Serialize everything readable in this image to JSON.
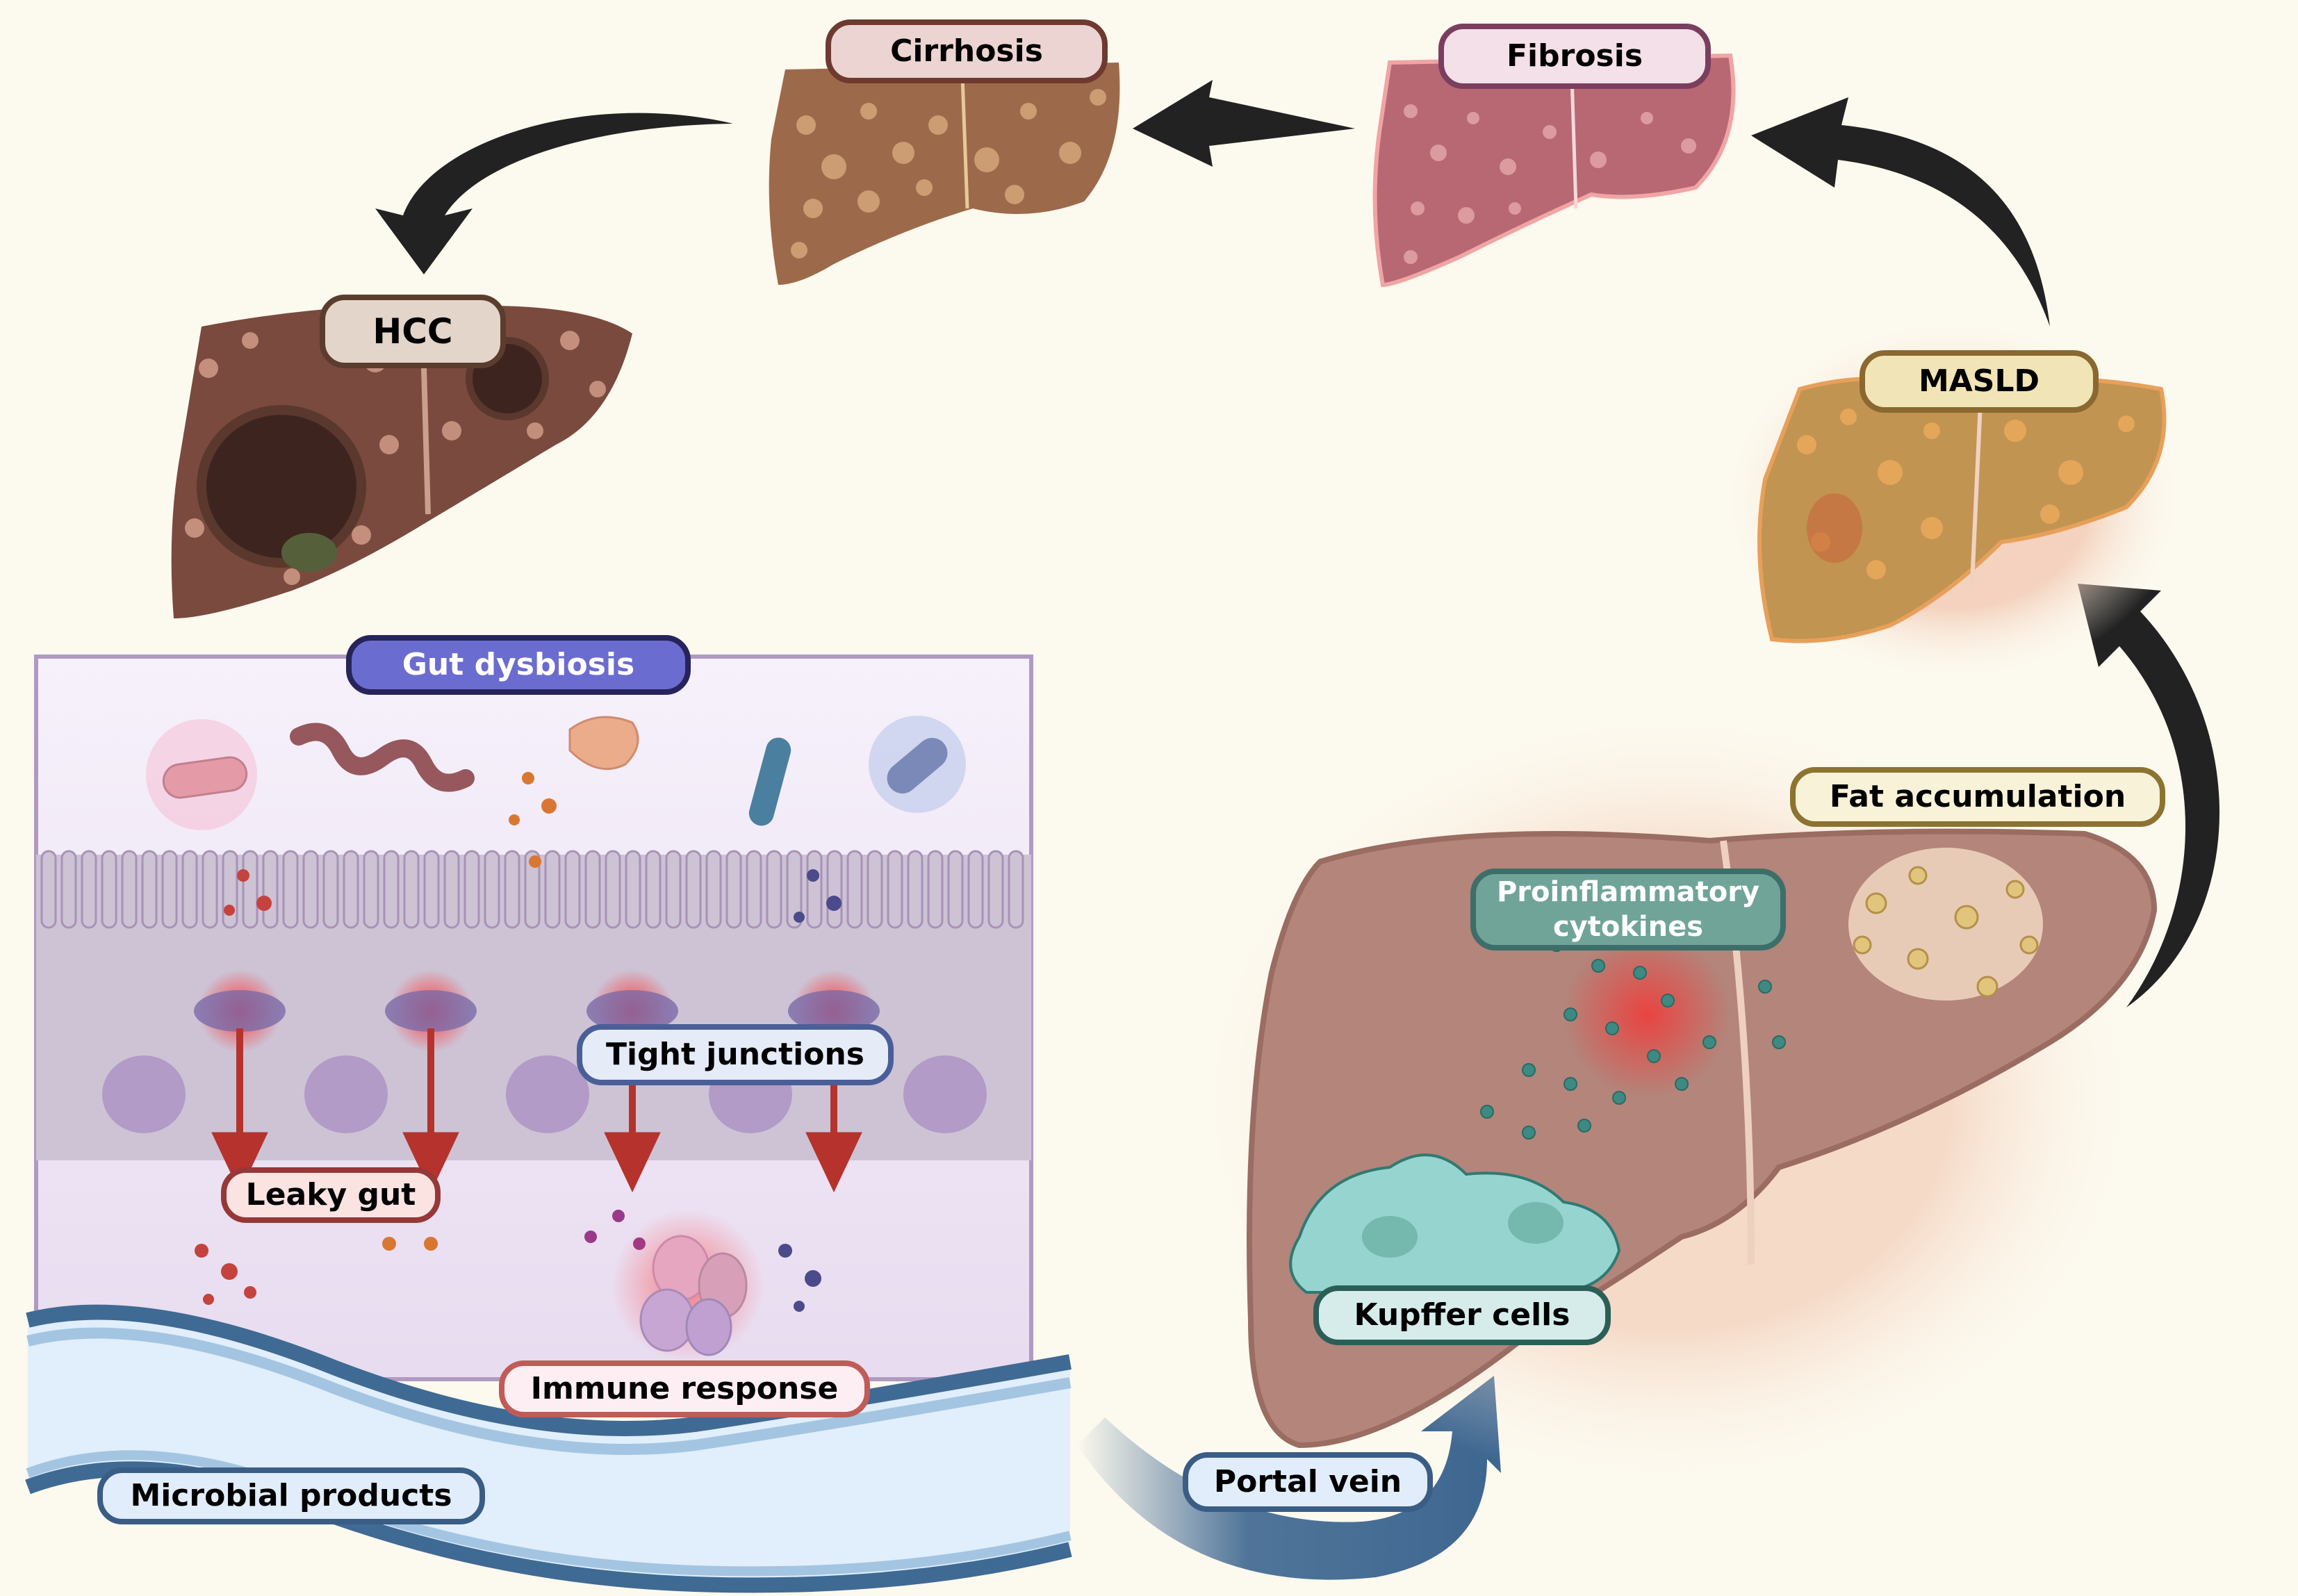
{
  "title": "Gut-liver axis in MASLD progression to HCC",
  "stages": [
    {
      "id": "masld",
      "label": "MASLD"
    },
    {
      "id": "fibrosis",
      "label": "Fibrosis"
    },
    {
      "id": "cirrhosis",
      "label": "Cirrhosis"
    },
    {
      "id": "hcc",
      "label": "HCC"
    }
  ],
  "progression_order": [
    "Fat accumulation",
    "MASLD",
    "Fibrosis",
    "Cirrhosis",
    "HCC"
  ],
  "gut": {
    "panel_label": "Gut dysbiosis",
    "tight_junctions": "Tight junctions",
    "leaky_gut": "Leaky gut",
    "immune_response": "Immune response",
    "microbial_products": "Microbial products"
  },
  "liver": {
    "fat_accumulation": "Fat accumulation",
    "cytokines": "Proinflammatory cytokines",
    "kupffer": "Kupffer cells"
  },
  "portal_vein": "Portal vein",
  "colors": {
    "background": "#fcf9ee",
    "arrow": "#222222",
    "leak_arrow": "#b5332c",
    "vessel": "#3d6690",
    "cytokine": "#3d8a82",
    "kupffer": "#96d5cf",
    "liver": "#b3857b"
  }
}
